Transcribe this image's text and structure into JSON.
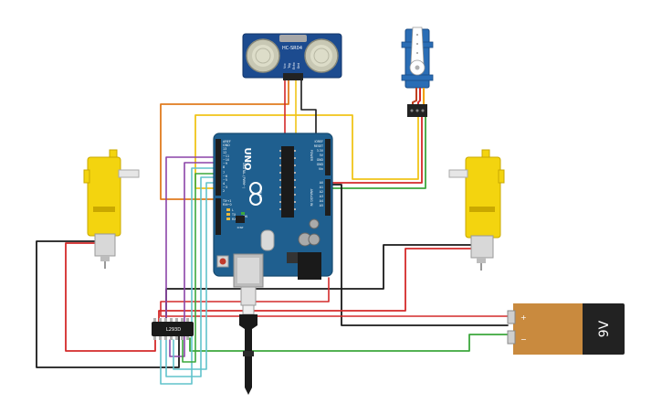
{
  "sensor": {
    "label": "HC-SR04",
    "pins": [
      "Vcc",
      "Trig",
      "Echo",
      "Gnd"
    ]
  },
  "arduino": {
    "brand": "UNO",
    "logo_text": "ARDUINO",
    "pins_top": [
      "AREF",
      "GND",
      "13",
      "12",
      "~11",
      "~10",
      "~9",
      "8",
      "7",
      "~6",
      "~5",
      "4",
      "~3",
      "2",
      "TX→1",
      "RX←0"
    ],
    "pins_bottom": [
      "IOREF",
      "RESET",
      "3.3V",
      "5V",
      "GND",
      "GND",
      "Vin",
      "A0",
      "A1",
      "A2",
      "A3",
      "A4",
      "A5"
    ],
    "label_digital": "DIGITAL (PWM~)",
    "label_power": "POWER",
    "label_analog": "ANALOG IN",
    "label_tx": "TX",
    "label_rx": "RX",
    "label_l": "L",
    "label_on": "ON",
    "label_icsp": "ICSP"
  },
  "driver": {
    "label": "L293D"
  },
  "battery": {
    "label": "9V",
    "plus": "+",
    "minus": "−"
  },
  "colors": {
    "arduino_board": "#1f5f8f",
    "arduino_header": "#1e1e1e",
    "sensor_board": "#1c4b8f",
    "sensor_can": "#c8c8b4",
    "servo_body": "#2a6db5",
    "motor_yellow": "#f3d40f",
    "battery_orange": "#c98a3e",
    "battery_black": "#222222",
    "wire_red": "#d42a2a",
    "wire_black": "#1a1a1a",
    "wire_orange": "#e07b1f",
    "wire_yellow": "#f0c419",
    "wire_green": "#3ca83c",
    "wire_purple": "#8c44a8",
    "wire_cyan": "#61c3cc"
  }
}
